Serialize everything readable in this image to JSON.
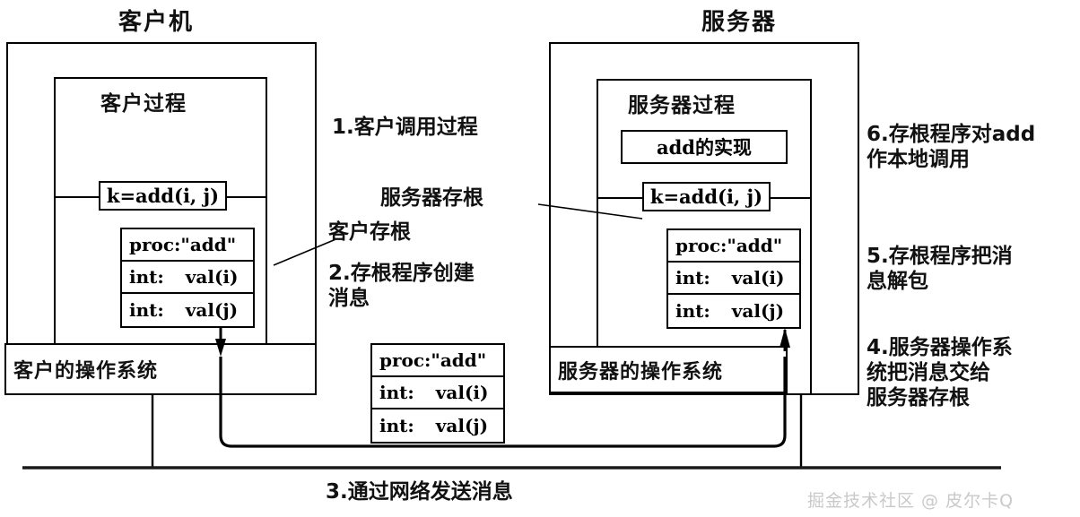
{
  "diagram": {
    "title_client": "客户机",
    "title_server": "服务器",
    "client": {
      "process_title": "客户过程",
      "call_box": "k=add(i, j)",
      "stub_message": {
        "header": "proc:\"add\"",
        "rows": [
          {
            "type": "int:",
            "value": "val(i)"
          },
          {
            "type": "int:",
            "value": "val(j)"
          }
        ]
      },
      "os_label": "客户的操作系统",
      "stub_label": "客户存根"
    },
    "server": {
      "process_title": "服务器过程",
      "impl_box": "add的实现",
      "call_box": "k=add(i, j)",
      "stub_message": {
        "header": "proc:\"add\"",
        "rows": [
          {
            "type": "int:",
            "value": "val(i)"
          },
          {
            "type": "int:",
            "value": "val(j)"
          }
        ]
      },
      "os_label": "服务器的操作系统",
      "stub_label": "服务器存根"
    },
    "network_message": {
      "header": "proc:\"add\"",
      "rows": [
        {
          "type": "int:",
          "value": "val(i)"
        },
        {
          "type": "int:",
          "value": "val(j)"
        }
      ]
    },
    "steps": {
      "s1": "1.客户调用过程",
      "s2": "2.存根程序创建\n   消息",
      "s3": "3.通过网络发送消息",
      "s4": "4.服务器操作系\n   统把消息交给\n   服务器存根",
      "s5": "5.存根程序把消\n   息解包",
      "s6": "6.存根程序对add\n   作本地调用"
    },
    "watermark": "掘金技术社区 @ 皮尔卡Q",
    "colors": {
      "stroke": "#000000",
      "background": "#ffffff",
      "watermark": "#c9c9c9"
    }
  }
}
